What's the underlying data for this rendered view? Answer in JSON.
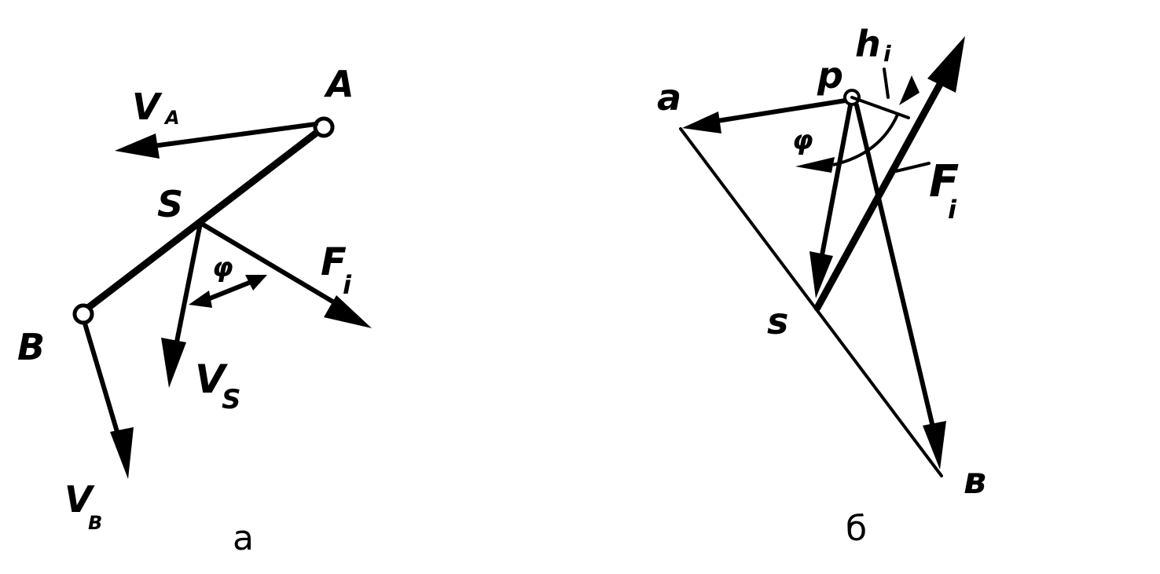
{
  "diagram_a": {
    "caption": "а",
    "labels": {
      "A": "A",
      "B": "B",
      "S": "S",
      "VA": "V",
      "VA_sub": "A",
      "VB": "V",
      "VB_sub": "B",
      "VS": "V",
      "VS_sub": "S",
      "Fi": "F",
      "Fi_sub": "i",
      "phi": "φ"
    }
  },
  "diagram_b": {
    "caption": "б",
    "labels": {
      "a": "a",
      "b": "в",
      "s": "s",
      "p": "p",
      "hi": "h",
      "hi_sub": "i",
      "Fi": "F",
      "Fi_sub": "i",
      "phi": "φ"
    }
  }
}
